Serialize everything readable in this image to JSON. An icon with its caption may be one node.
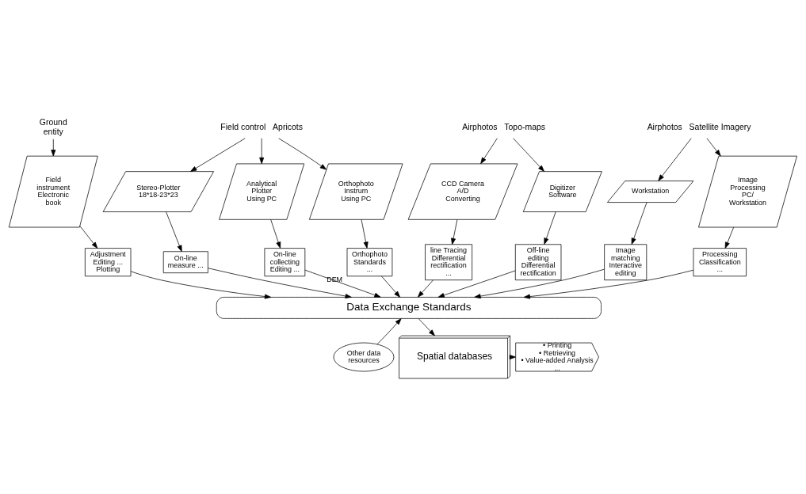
{
  "diagram": {
    "nodes": [
      {
        "text": [
          "Ground entity"
        ]
      },
      {
        "text": [
          "Field control",
          "Apricots"
        ]
      },
      {
        "text": [
          "Airphotos",
          "Topo-maps"
        ]
      },
      {
        "text": [
          "Airphotos",
          "Satellite Imagery"
        ]
      },
      {
        "text": [
          "Field instrument",
          "Electronic book"
        ]
      },
      {
        "text": [
          "Stereo-Plotter",
          "18*18-23*23"
        ]
      },
      {
        "text": [
          "Analytical Plotter",
          "Using PC"
        ]
      },
      {
        "text": [
          "Orthophoto Instrum",
          "Using PC"
        ]
      },
      {
        "text": [
          "CCD Camera",
          "A/D Converting"
        ]
      },
      {
        "text": [
          "Digitizer",
          "Software"
        ]
      },
      {
        "text": [
          "Workstation"
        ]
      },
      {
        "text": [
          "Image Processing",
          "PC/ Workstation"
        ]
      },
      {
        "text": [
          "Adjustment Editing ... Plotting"
        ]
      },
      {
        "text": [
          "On-line measure ..."
        ]
      },
      {
        "text": [
          "On-line collecting Editing ..."
        ]
      },
      {
        "text": [
          "Orthophoto Standards ..."
        ]
      },
      {
        "text": [
          "line Tracing Differential rectification ..."
        ]
      },
      {
        "text": [
          "Off-line editing Differential rectification"
        ]
      },
      {
        "text": [
          "Image matching Interactive editing"
        ]
      },
      {
        "text": [
          "Processing Classification ..."
        ]
      },
      {
        "text": [
          "Data Exchange Standards"
        ]
      },
      {
        "text": [
          "Other data resources"
        ]
      },
      {
        "text": [
          "Spatial databases"
        ]
      },
      {
        "text": [
          "• Printing",
          "• Retrieving",
          "• Value-added Analysis",
          "..."
        ]
      }
    ],
    "edges": [
      {
        "from": 0,
        "to": 4,
        "arrow": "to"
      },
      {
        "from": 1,
        "to": 5,
        "arrow": "to"
      },
      {
        "from": 1,
        "to": 6,
        "arrow": "to"
      },
      {
        "from": 1,
        "to": 7,
        "arrow": "to"
      },
      {
        "from": 2,
        "to": 8,
        "arrow": "to"
      },
      {
        "from": 2,
        "to": 9,
        "arrow": "to"
      },
      {
        "from": 3,
        "to": 10,
        "arrow": "to"
      },
      {
        "from": 3,
        "to": 11,
        "arrow": "to"
      },
      {
        "from": 4,
        "to": 12,
        "arrow": "to"
      },
      {
        "from": 5,
        "to": 13,
        "arrow": "to"
      },
      {
        "from": 6,
        "to": 14,
        "arrow": "to"
      },
      {
        "from": 7,
        "to": 15,
        "arrow": "to"
      },
      {
        "from": 8,
        "to": 16,
        "arrow": "to"
      },
      {
        "from": 9,
        "to": 17,
        "arrow": "to"
      },
      {
        "from": 10,
        "to": 18,
        "arrow": "to"
      },
      {
        "from": 11,
        "to": 19,
        "arrow": "to"
      },
      {
        "from": 12,
        "to": 20,
        "arrow": "to"
      },
      {
        "from": 13,
        "to": 20,
        "arrow": "to"
      },
      {
        "from": 14,
        "to": 20,
        "arrow": "to",
        "label": "DEM"
      },
      {
        "from": 15,
        "to": 20,
        "arrow": "to"
      },
      {
        "from": 16,
        "to": 20,
        "arrow": "to"
      },
      {
        "from": 17,
        "to": 20,
        "arrow": "to"
      },
      {
        "from": 18,
        "to": 20,
        "arrow": "to"
      },
      {
        "from": 19,
        "to": 20,
        "arrow": "to"
      },
      {
        "from": 21,
        "to": 20,
        "arrow": "to"
      },
      {
        "from": 20,
        "to": 22,
        "arrow": "to"
      },
      {
        "from": 22,
        "to": 23,
        "arrow": "to"
      }
    ]
  }
}
